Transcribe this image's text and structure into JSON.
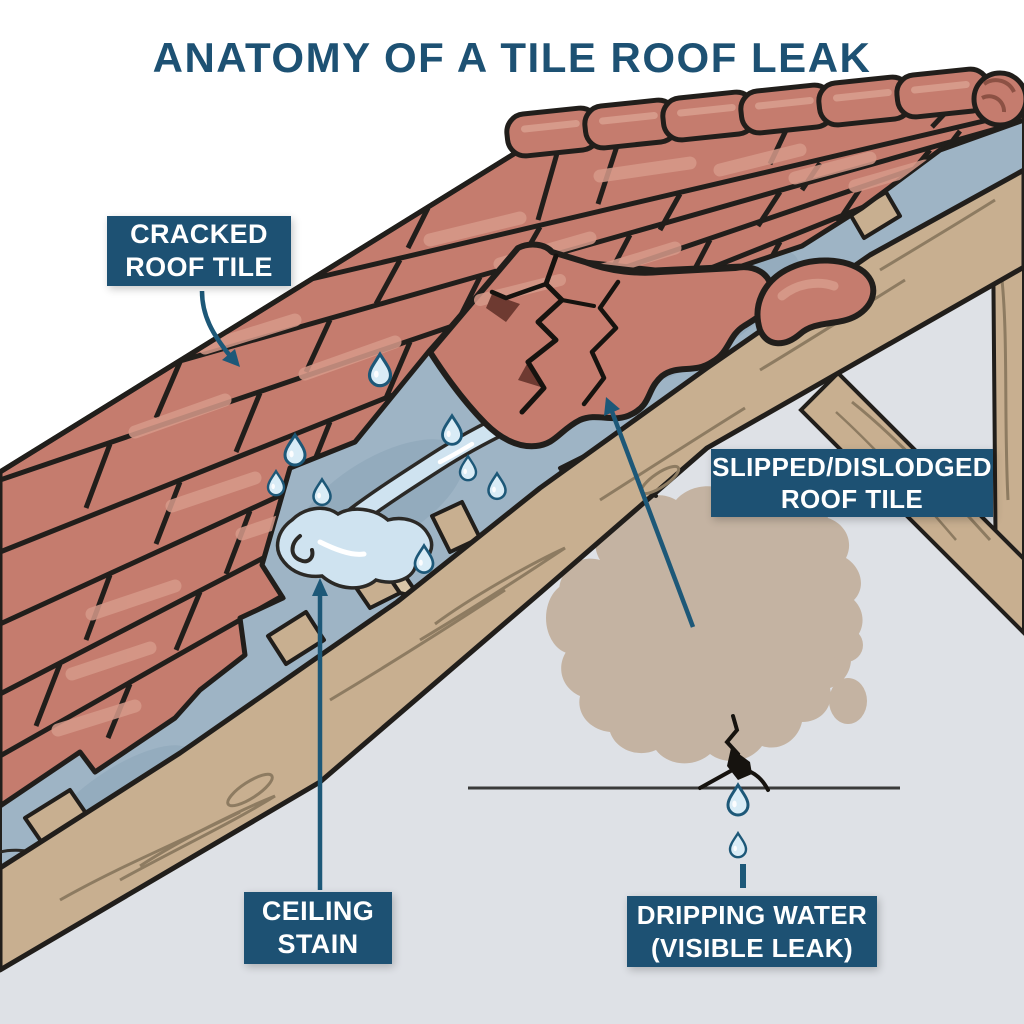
{
  "title": "ANATOMY OF A TILE ROOF LEAK",
  "labels": {
    "cracked_roof_tile": {
      "line1": "CRACKED",
      "line2": "ROOF TILE"
    },
    "slipped_dislodged": {
      "line1": "SLIPPED/DISLODGED",
      "line2": "ROOF TILE"
    },
    "ceiling_stain": {
      "line1": "CEILING",
      "line2": "STAIN"
    },
    "dripping_water": {
      "line1": "DRIPPING WATER",
      "line2": "(VISIBLE LEAK)"
    }
  },
  "colors": {
    "title_text": "#1D5173",
    "label_background": "#1D5173",
    "label_text": "#FFFFFF",
    "roof_tile": "#C57C6E",
    "tile_highlight": "#D69A8A",
    "underlayment": "#9EB4C5",
    "water": "#CFE3F0",
    "wood": "#C8AF90",
    "ceiling_stain": "#C4B3A2",
    "interior_wall": "#DEE1E6",
    "arrow": "#1D5878",
    "outline": "#211E1B",
    "sky": "#FFFFFF"
  }
}
